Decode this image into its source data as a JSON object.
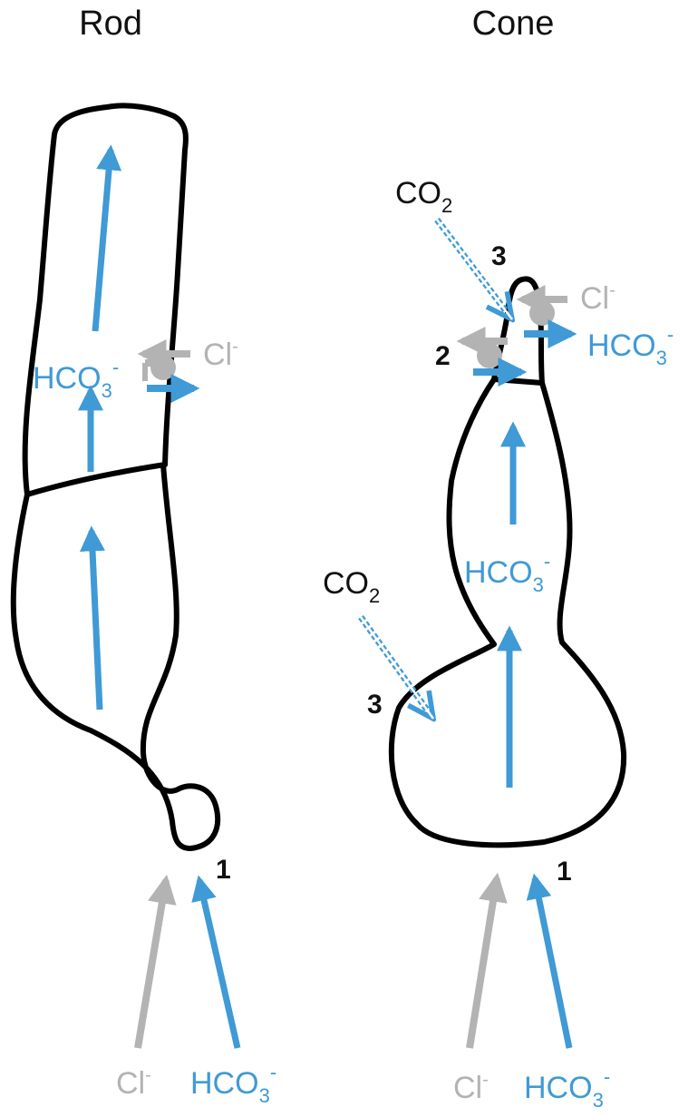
{
  "colors": {
    "outline": "#000000",
    "bicarbonate": "#3f9ad6",
    "bicarbonate_stroke": "#2a7fbf",
    "chloride": "#b3b3b3",
    "text": "#111111"
  },
  "rod": {
    "title": "Rod",
    "exchanger": {
      "cl": "Cl",
      "cl_sup": "-",
      "hco3": "HCO",
      "hco3_sub": "3",
      "hco3_sup": "-"
    },
    "site_1": "1",
    "bottom": {
      "cl": "Cl",
      "cl_sup": "-",
      "hco3": "HCO",
      "hco3_sub": "3",
      "hco3_sup": "-"
    }
  },
  "cone": {
    "title": "Cone",
    "co2_top": {
      "base": "CO",
      "sub": "2"
    },
    "co2_side": {
      "base": "CO",
      "sub": "2"
    },
    "site_3_top": "3",
    "site_3_side": "3",
    "site_2": "2",
    "site_1": "1",
    "exchanger": {
      "cl": "Cl",
      "cl_sup": "-",
      "hco3": "HCO",
      "hco3_sub": "3",
      "hco3_sup": "-"
    },
    "inner": {
      "hco3": "HCO",
      "hco3_sub": "3",
      "hco3_sup": "-"
    },
    "bottom": {
      "cl": "Cl",
      "cl_sup": "-",
      "hco3": "HCO",
      "hco3_sub": "3",
      "hco3_sup": "-"
    }
  }
}
